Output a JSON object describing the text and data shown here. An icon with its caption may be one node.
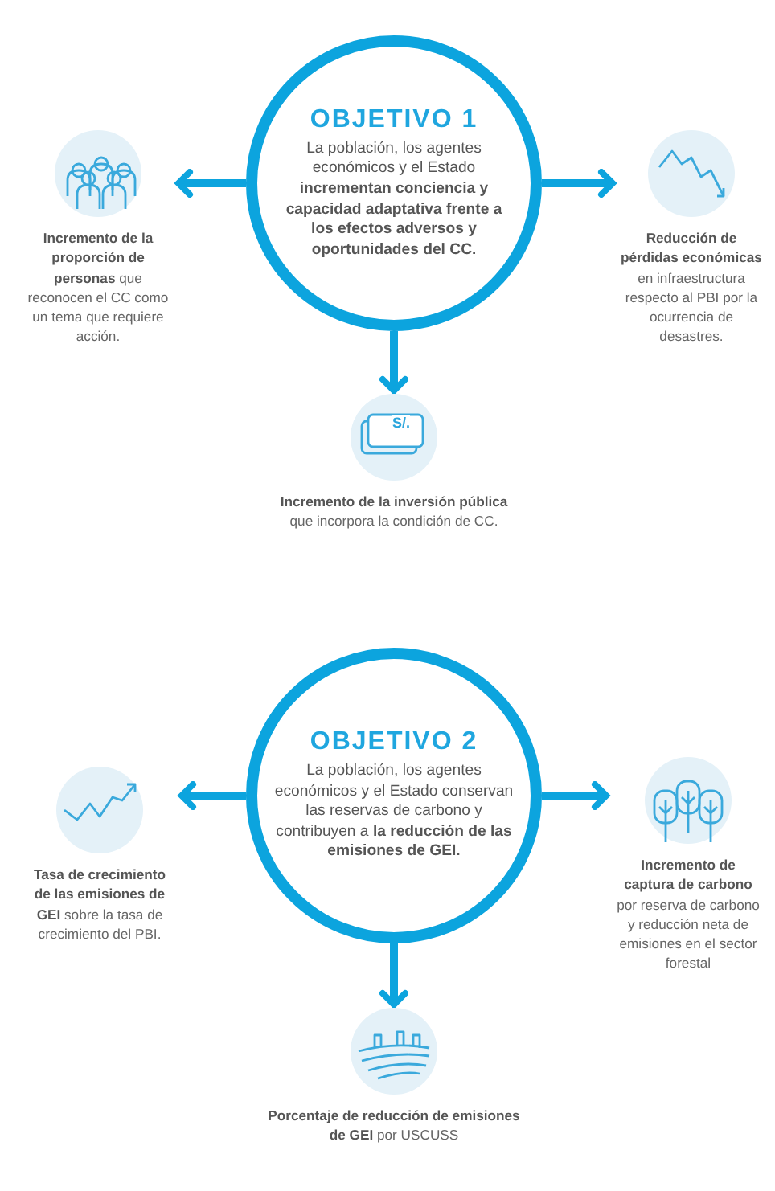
{
  "diagram": {
    "nodes": [
      {
        "text": [
          "OBJETIVO 1",
          "La población, los agentes económicos y el Estado **incrementan conciencia y capacidad adaptativa frente a los efectos adversos y oportunidades del CC.**"
        ]
      },
      {
        "text": [
          "**Incremento de la proporción de personas** que reconocen el CC como un tema que requiere acción."
        ]
      },
      {
        "text": [
          "**Reducción de pérdidas económicas** en infraestructura respecto al PBI por la ocurrencia de desastres."
        ]
      },
      {
        "text": [
          "**Incremento de la inversión pública** que incorpora la condición de CC."
        ]
      },
      {
        "text": [
          "OBJETIVO 2",
          "La población, los agentes económicos y el Estado conservan las reservas de carbono y contribuyen a **la reducción de las emisiones de GEI.**"
        ]
      },
      {
        "text": [
          "**Tasa de crecimiento de las emisiones de GEI** sobre la tasa de crecimiento del PBI."
        ]
      },
      {
        "text": [
          "**Incremento de captura de carbono** por reserva de carbono y reducción neta de emisiones en el sector forestal"
        ]
      },
      {
        "text": [
          "**Porcentaje de reducción de emisiones de GEI** por USCUSS"
        ]
      }
    ],
    "edges": [
      {
        "from": 0,
        "to": 1,
        "arrow": "to"
      },
      {
        "from": 0,
        "to": 2,
        "arrow": "to"
      },
      {
        "from": 0,
        "to": 3,
        "arrow": "to"
      },
      {
        "from": 4,
        "to": 5,
        "arrow": "to"
      },
      {
        "from": 4,
        "to": 6,
        "arrow": "to"
      },
      {
        "from": 4,
        "to": 7,
        "arrow": "to"
      }
    ],
    "labels": [
      "S/."
    ]
  }
}
